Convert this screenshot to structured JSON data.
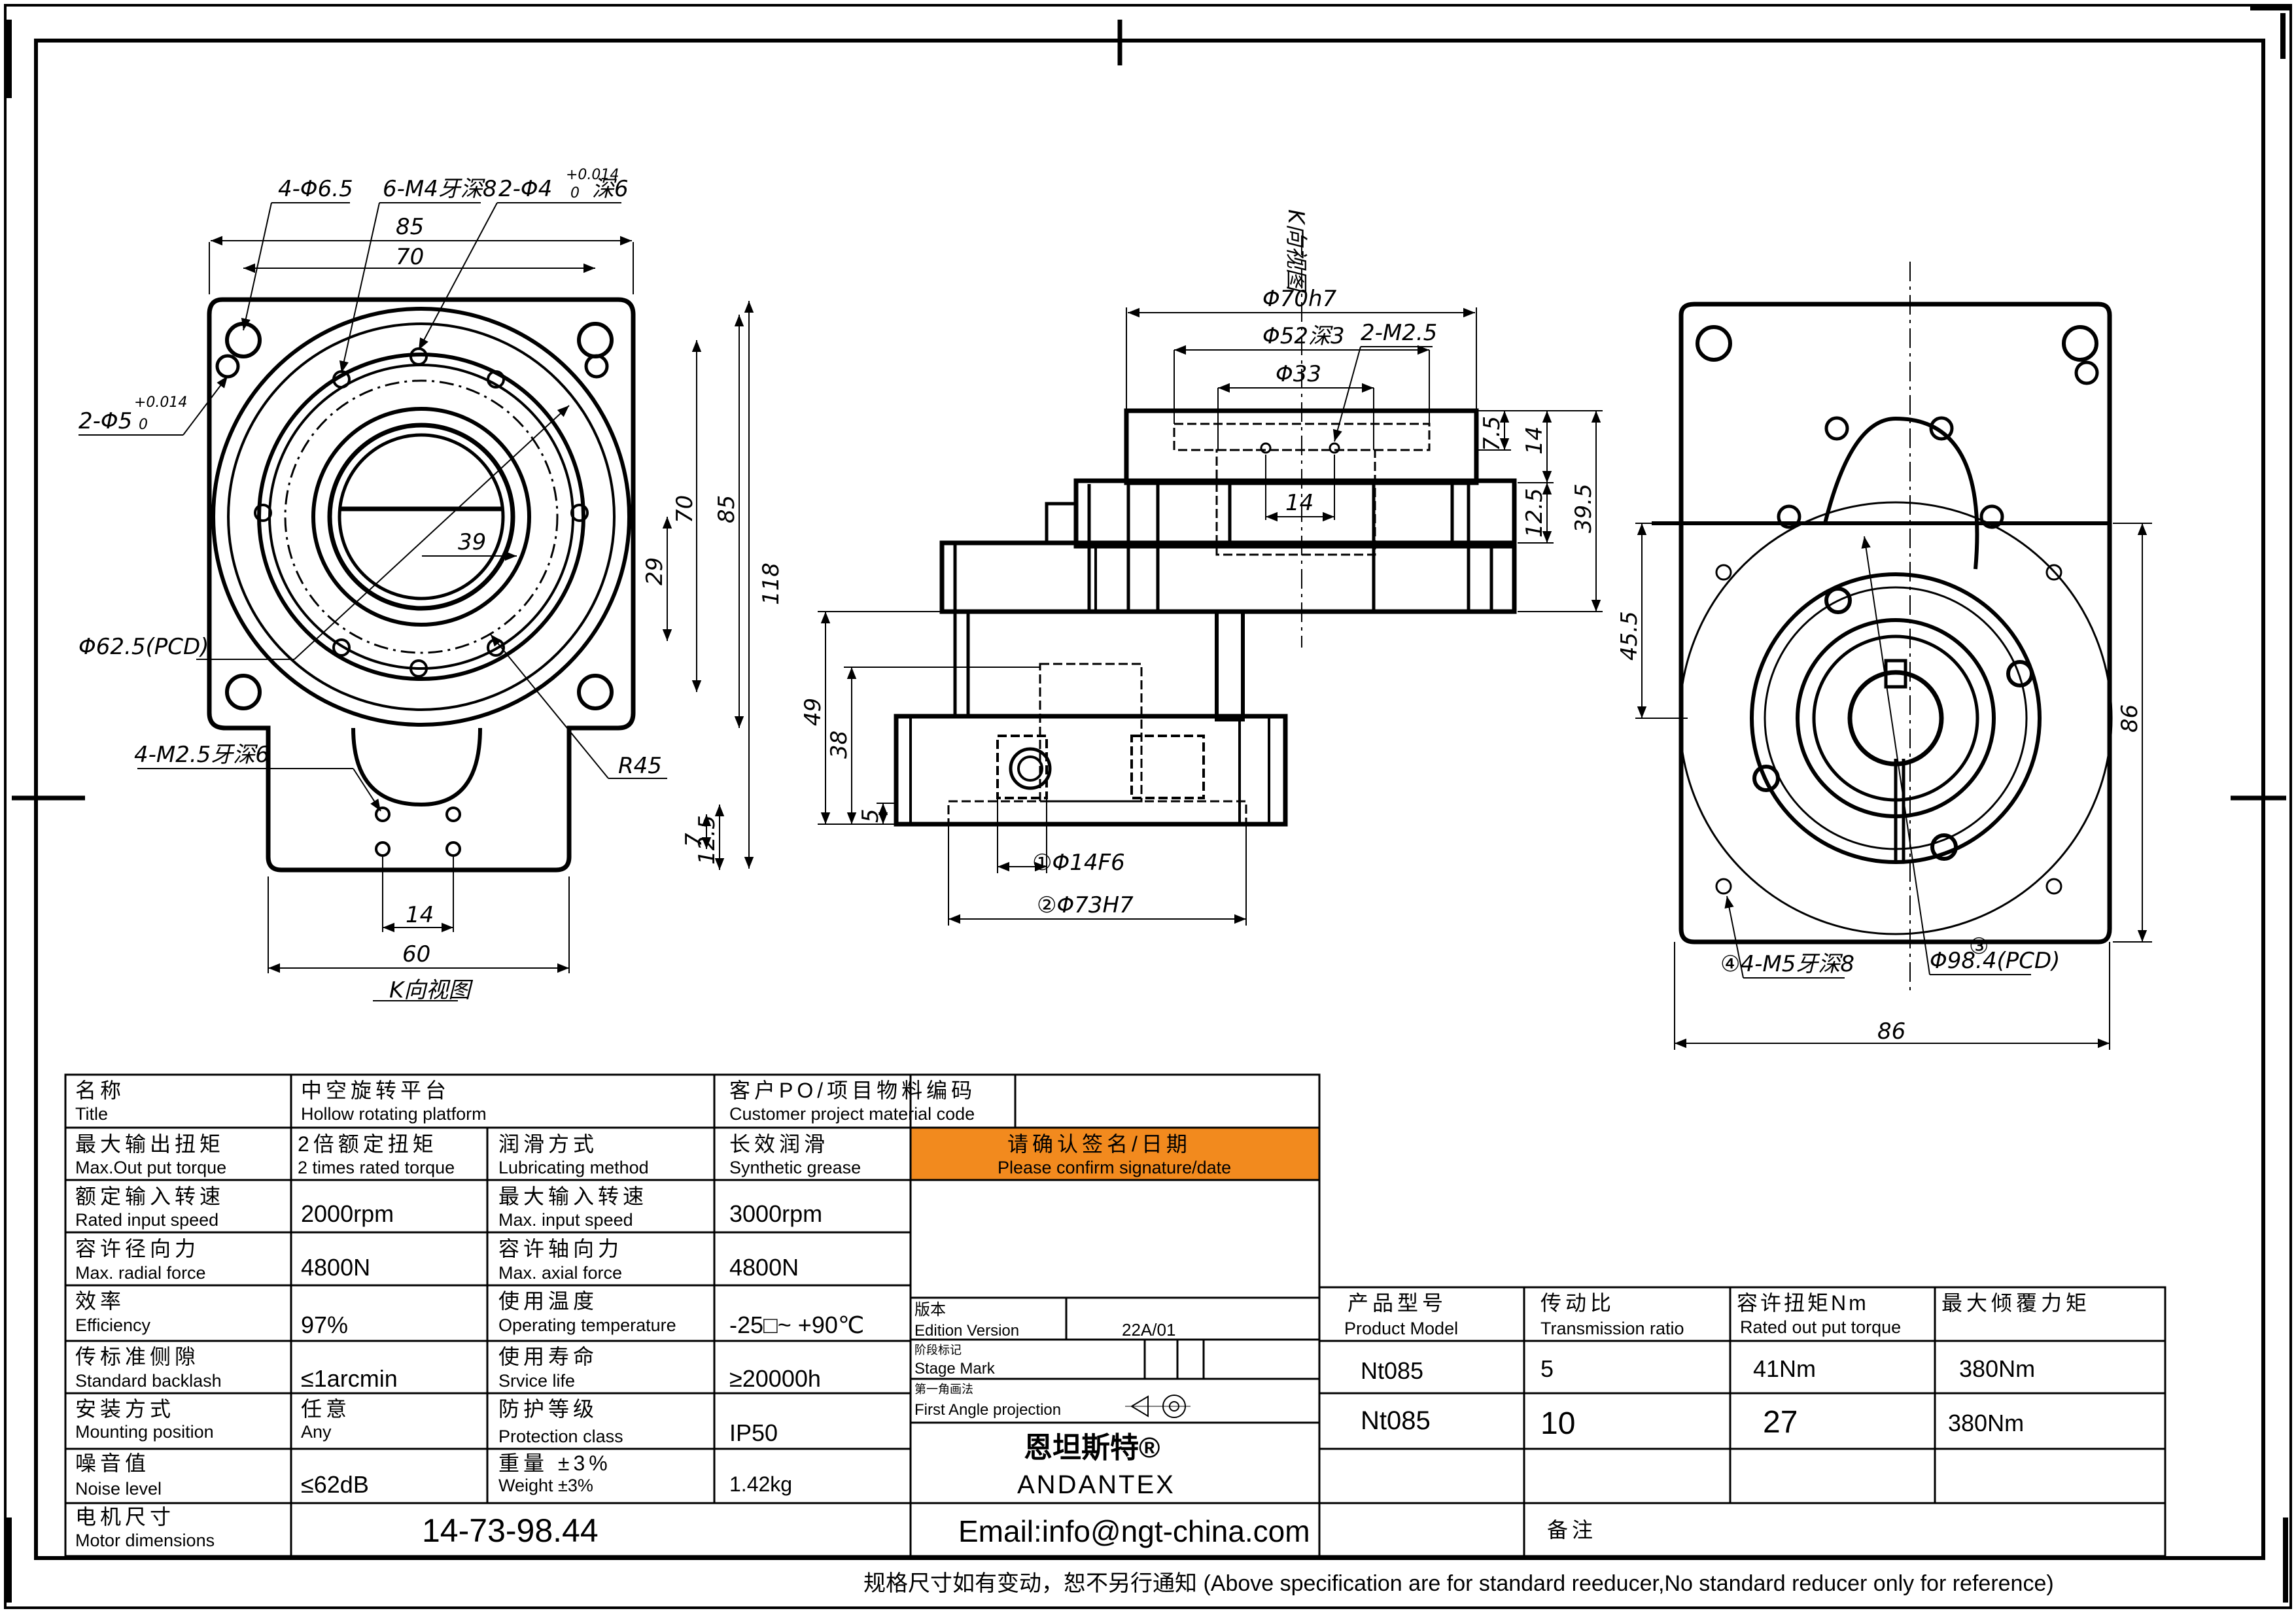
{
  "drawing": {
    "left_view": {
      "dim_top_85": "85",
      "dim_top_70": "70",
      "callout_holes_big": "4-Φ6.5",
      "callout_tapped_top": "6-M4牙深8",
      "callout_pin_top": "2-Φ4",
      "callout_pin_top_tol": "+0.014",
      "callout_pin_top_tol0": "0",
      "callout_pin_top_depth": "深6",
      "callout_pin_left": "2-Φ5",
      "callout_pin_left_tol": "+0.014",
      "callout_pin_left_tol0": "0",
      "dim_39": "39",
      "dim_29": "29",
      "dim_70": "70",
      "dim_85": "85",
      "dim_118": "118",
      "pcd": "Φ62.5(PCD)",
      "radius": "R45",
      "callout_m25": "4-M2.5牙深6",
      "dim_7": "7",
      "dim_125": "12.5",
      "dim_14": "14",
      "dim_60": "60",
      "view_label": "K向视图"
    },
    "middle_view": {
      "view_label": "K向视图",
      "dim_70h7": "Φ70h7",
      "dim_52": "Φ52深3",
      "callout_m25": "2-M2.5",
      "dim_33": "Φ33",
      "dim_75": "7.5",
      "dim_14v": "14",
      "dim_125": "12.5",
      "dim_395": "39.5",
      "dim_14h": "14",
      "dim_49": "49",
      "dim_38": "38",
      "dim_5": "5",
      "dim_14f6": "①Φ14F6",
      "dim_73h7": "②Φ73H7"
    },
    "right_view": {
      "dim_455": "45.5",
      "dim_86v": "86",
      "callout_m5": "④4-M5牙深8",
      "pcd": "Φ98.4(PCD)",
      "pcd_marker": "③",
      "dim_86h": "86"
    }
  },
  "title_block": {
    "name_cn": "名称",
    "name_en": "Title",
    "product_cn": "中空旋转平台",
    "product_en": "Hollow rotating platform",
    "customer_cn": "客户PO/项目物料编码",
    "customer_en": "Customer project material code",
    "confirm_cn": "请确认签名/日期",
    "confirm_en": "Please confirm signature/date",
    "confirm_color": "#f28a1e",
    "rows": [
      {
        "l1cn": "最大输出扭矩",
        "l1en": "Max.Out put torque",
        "v1cn": "2倍额定扭矩",
        "v1en": "2 times rated torque",
        "l2cn": "润滑方式",
        "l2en": "Lubricating method",
        "v2cn": "长效润滑",
        "v2en": "Synthetic grease"
      },
      {
        "l1cn": "额定输入转速",
        "l1en": "Rated input speed",
        "v1": "2000rpm",
        "l2cn": "最大输入转速",
        "l2en": "Max. input speed",
        "v2": "3000rpm"
      },
      {
        "l1cn": "容许径向力",
        "l1en": "Max. radial force",
        "v1": "4800N",
        "l2cn": "容许轴向力",
        "l2en": "Max. axial force",
        "v2": "4800N"
      },
      {
        "l1cn": "效率",
        "l1en": "Efficiency",
        "v1": "97%",
        "l2cn": "使用温度",
        "l2en": "Operating temperature",
        "v2": "-25□~ +90℃"
      },
      {
        "l1cn": "传标准侧隙",
        "l1en": "Standard backlash",
        "v1": "≤1arcmin",
        "l2cn": "使用寿命",
        "l2en": "Srvice life",
        "v2": "≥20000h"
      },
      {
        "l1cn": "安装方式",
        "l1en": "Mounting position",
        "v1cn": "任意",
        "v1en": "Any",
        "l2cn": "防护等级",
        "l2en": "Protection class",
        "v2": "IP50"
      },
      {
        "l1cn": "噪音值",
        "l1en": "Noise level",
        "v1": "≤62dB",
        "l2cn": "重量 ±3%",
        "l2en": "Weight ±3%",
        "v2": "1.42kg"
      }
    ],
    "motor_cn": "电机尺寸",
    "motor_en": "Motor dimensions",
    "motor_value": "14-73-98.44",
    "edition_cn": "版本",
    "edition_en": "Edition Version",
    "edition_value": "22A/01",
    "stage_cn": "阶段标记",
    "stage_en": "Stage Mark",
    "projection_cn": "第一角画法",
    "projection_en": "First Angle projection",
    "brand_cn": "恩坦斯特®",
    "brand_en": "ANDANTEX",
    "brand_color": "#1f9a3c",
    "email": "Email:info@ngt-china.com",
    "remark_cn": "备注",
    "model_headers": [
      {
        "cn": "产品型号",
        "en": "Product Model"
      },
      {
        "cn": "传动比",
        "en": "Transmission ratio"
      },
      {
        "cn": "容许扭矩Nm",
        "en": "Rated out put torque"
      },
      {
        "cn": "最大倾覆力矩",
        "en": ""
      }
    ],
    "model_rows": [
      [
        "Nt085",
        "5",
        "41Nm",
        "380Nm"
      ],
      [
        "Nt085",
        "10",
        "27",
        "380Nm"
      ]
    ],
    "footer_note": "规格尺寸如有变动，恕不另行通知   (Above specification are for standard reeducer,No standard reducer only for reference)"
  }
}
